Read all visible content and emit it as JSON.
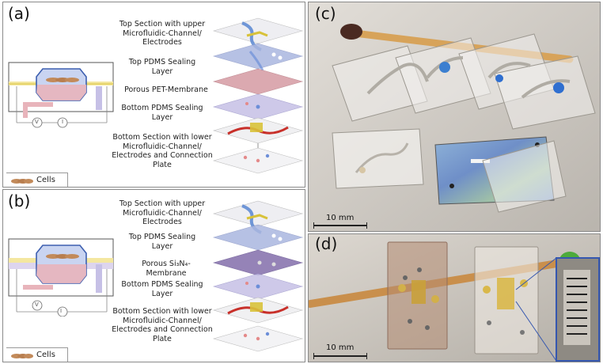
{
  "panel_a": {
    "label": "(a)",
    "layers": [
      "Top Section with upper Microfluidic-Channel/ Electrodes",
      "Top PDMS Sealing Layer",
      "Porous PET-Membrane",
      "Bottom PDMS Sealing Layer",
      "Bottom Section with lower Microfluidic-Channel/ Electrodes and Connection Plate"
    ],
    "legend": "Cells",
    "meter_v": "V",
    "meter_i": "I"
  },
  "panel_b": {
    "label": "(b)",
    "layers": [
      "Top Section with upper Microfluidic-Channel/ Electrodes",
      "Top PDMS Sealing Layer",
      "Porous Si₃N₄-Membrane",
      "Bottom PDMS Sealing Layer",
      "Bottom Section with lower Microfluidic-Channel/ Electrodes and Connection Plate"
    ],
    "legend": "Cells",
    "meter_v": "V",
    "meter_i": "I"
  },
  "panel_c": {
    "label": "(c)",
    "scale": "10 mm"
  },
  "panel_d": {
    "label": "(d)",
    "scale": "10 mm"
  },
  "colors": {
    "top_layer": "#e9e9ee",
    "top_pdms": "#aab7e0",
    "pet_membrane": "#d8a0a8",
    "si3n4_membrane": "#8a76b0",
    "bottom_pdms": "#c6c0e6",
    "channel_blue": "#3d5fb0",
    "electrode_gold": "#d8c23a",
    "electrode_red": "#c8302a"
  }
}
